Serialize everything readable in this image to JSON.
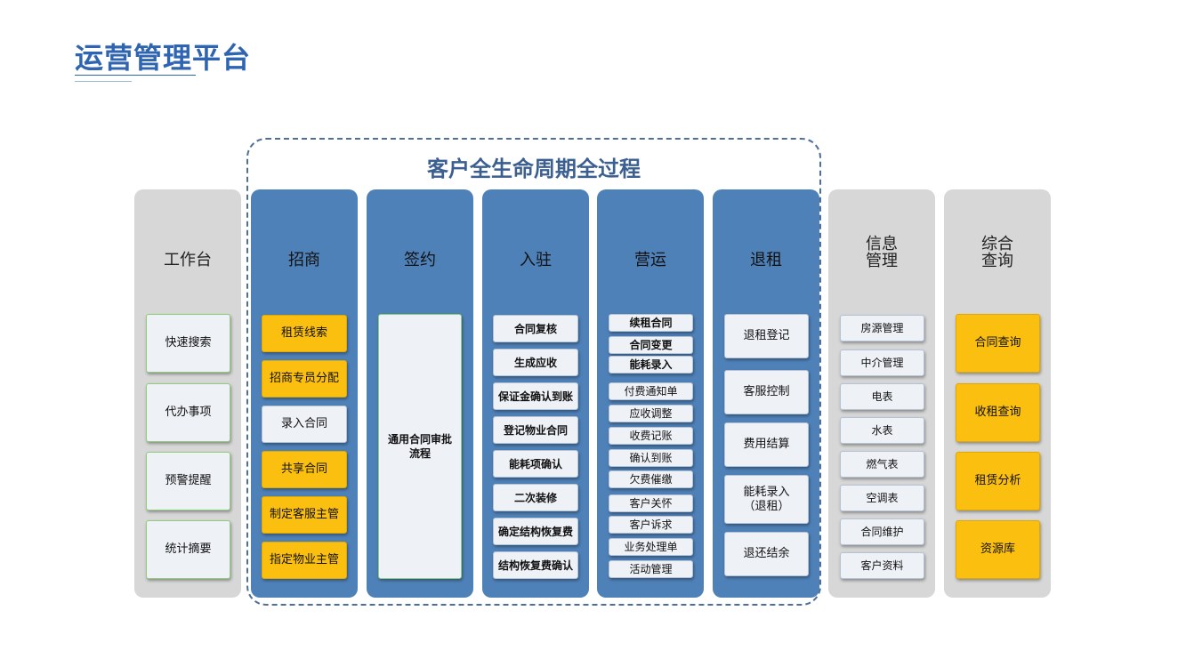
{
  "page_title": "运营管理平台",
  "lifecycle_title": "客户全生命周期全过程",
  "columns": {
    "workbench": {
      "header": "工作台",
      "items": [
        "快速搜索",
        "代办事项",
        "预警提醒",
        "统计摘要"
      ]
    },
    "investment": {
      "header": "招商",
      "items": [
        "租赁线索",
        "招商专员分配",
        "录入合同",
        "共享合同",
        "制定客服主管",
        "指定物业主管"
      ]
    },
    "signing": {
      "header": "签约",
      "items": [
        "通用合同审批流程"
      ]
    },
    "check_in": {
      "header": "入驻",
      "items": [
        "合同复核",
        "生成应收",
        "保证金确认到账",
        "登记物业合同",
        "能耗项确认",
        "二次装修",
        "确定结构恢复费",
        "结构恢复费确认"
      ]
    },
    "operation": {
      "header": "营运",
      "items": [
        "续租合同",
        "合同变更",
        "能耗录入",
        "付费通知单",
        "应收调整",
        "收费记账",
        "确认到账",
        "欠费催缴",
        "客户关怀",
        "客户诉求",
        "业务处理单",
        "活动管理"
      ]
    },
    "lease_exit": {
      "header": "退租",
      "items": [
        "退租登记",
        "客服控制",
        "费用结算",
        "能耗录入\n（退租）",
        "退还结余"
      ]
    },
    "info_management": {
      "header": "信息\n管理",
      "items": [
        "房源管理",
        "中介管理",
        "电表",
        "水表",
        "燃气表",
        "空调表",
        "合同维护",
        "客户资料"
      ]
    },
    "comprehensive_query": {
      "header": "综合\n查询",
      "items": [
        "合同查询",
        "收租查询",
        "租赁分析",
        "资源库"
      ]
    }
  }
}
